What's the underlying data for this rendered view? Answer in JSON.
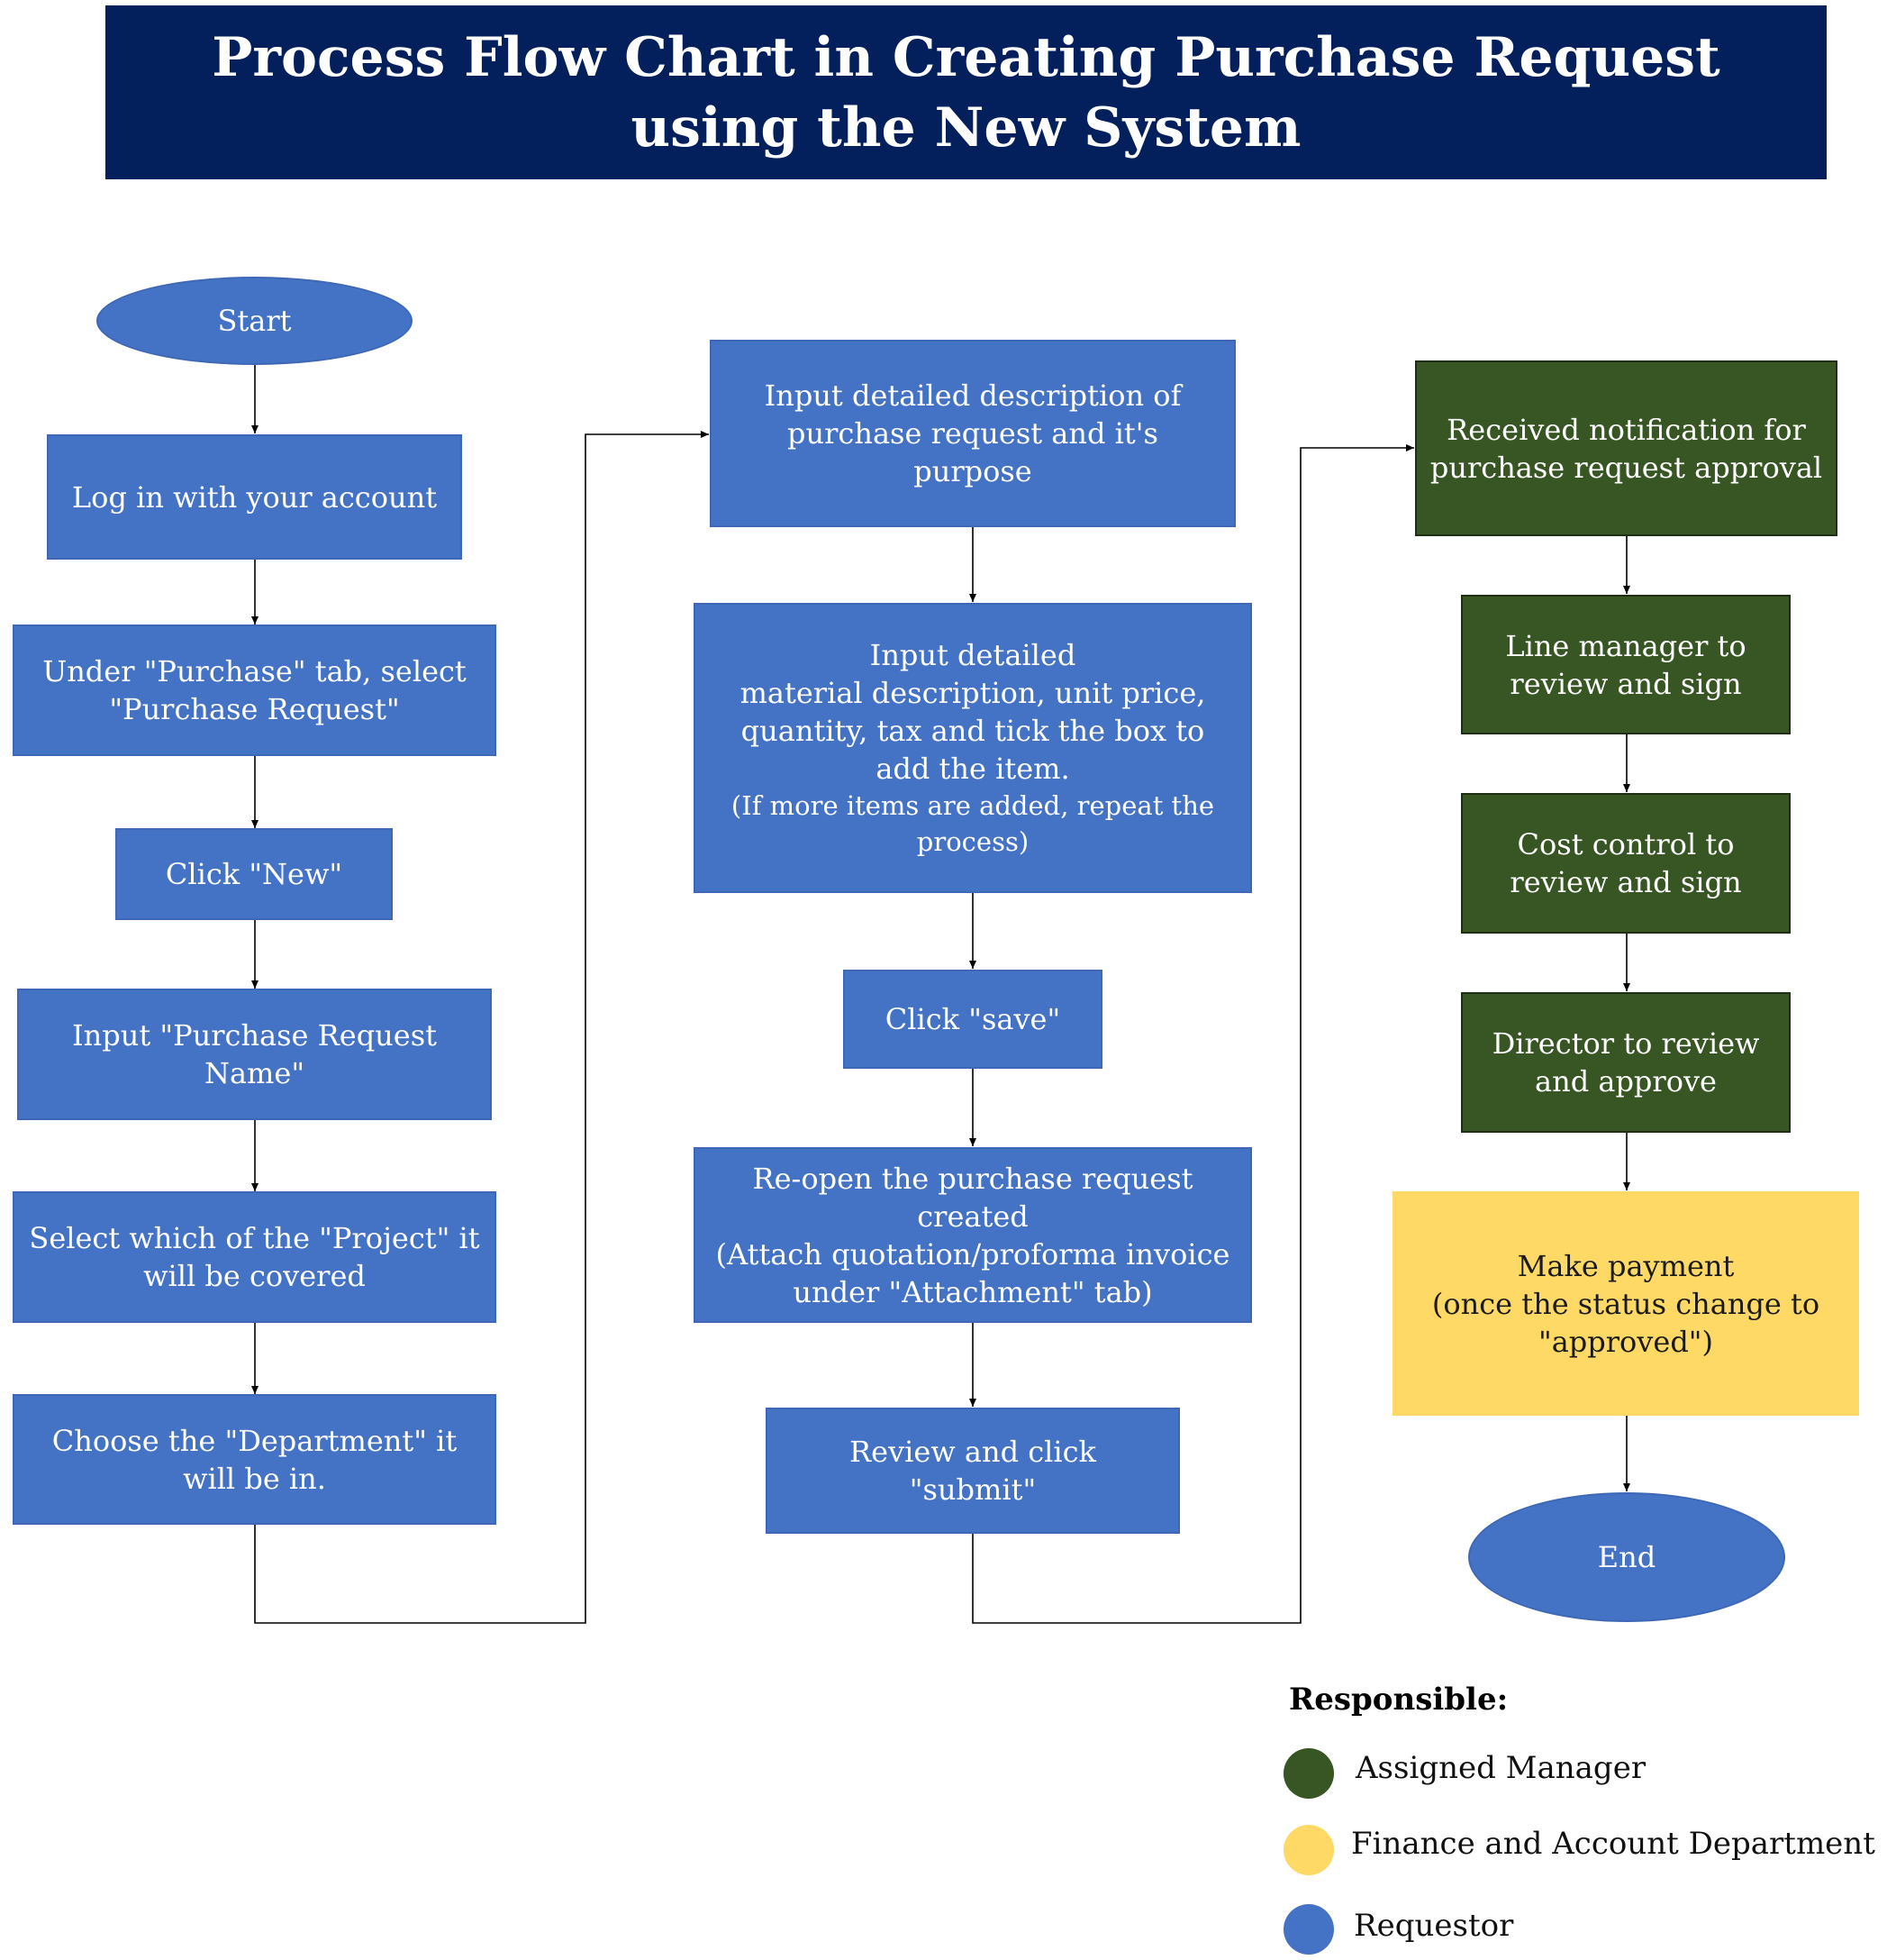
{
  "header": {
    "title": "Process Flow Chart in Creating Purchase Request\nusing the New System"
  },
  "steps": {
    "start": "Start",
    "login": "Log in with your account",
    "purchase_tab": "Under \"Purchase\" tab, select\n\"Purchase Request\"",
    "click_new": "Click \"New\"",
    "input_name": "Input \"Purchase Request\nName\"",
    "select_project": "Select which of the \"Project\" it\nwill be covered",
    "choose_department": "Choose the \"Department\" it\nwill be in.",
    "input_description": "Input detailed description of\npurchase request and it's\npurpose",
    "input_material": "Input detailed\nmaterial  description, unit price,\nquantity, tax and tick the box to\nadd the item.",
    "input_material_note": "(If more items are added, repeat the\nprocess)",
    "click_save": "Click \"save\"",
    "reopen": "Re-open the purchase request\ncreated\n(Attach quotation/proforma invoice\nunder \"Attachment\" tab)",
    "review_submit": "Review and click\n\"submit\"",
    "notification": "Received notification for\npurchase request approval",
    "line_manager": "Line manager to\nreview and sign",
    "cost_control": "Cost control to\nreview and sign",
    "director": "Director to review\nand approve",
    "make_payment": "Make payment\n(once the status change to\n\"approved\")",
    "end": "End"
  },
  "legend": {
    "title": "Responsible:",
    "items": [
      {
        "label": "Assigned Manager",
        "color": "#375623"
      },
      {
        "label": "Finance and Account Department",
        "color": "#ffd966"
      },
      {
        "label": "Requestor",
        "color": "#4472c4"
      }
    ]
  },
  "colors": {
    "requestor": "#4472c4",
    "manager": "#375623",
    "finance": "#ffd966",
    "banner": "#03205c"
  }
}
